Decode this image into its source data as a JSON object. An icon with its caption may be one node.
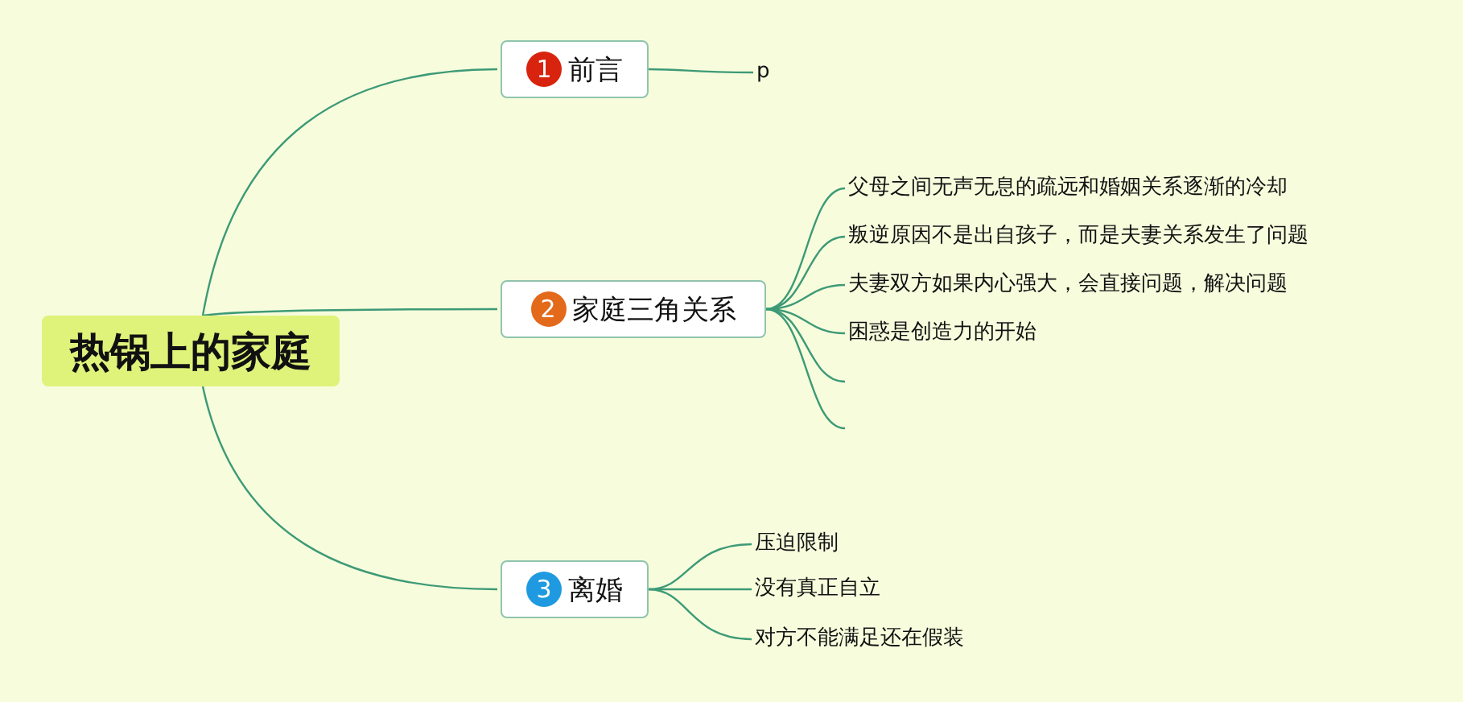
{
  "diagram": {
    "nodes": [
      {
        "text": [
          "热锅上的家庭"
        ]
      },
      {
        "text": [
          "1",
          "前言"
        ]
      },
      {
        "text": [
          "p"
        ]
      },
      {
        "text": [
          "2",
          "家庭三角关系"
        ]
      },
      {
        "text": [
          "父母之间无声无息的疏远和婚姻关系逐渐的冷却"
        ]
      },
      {
        "text": [
          "叛逆原因不是出自孩子，而是夫妻关系发生了问题"
        ]
      },
      {
        "text": [
          "夫妻双方如果内心强大，会直接问题，解决问题"
        ]
      },
      {
        "text": [
          "困惑是创造力的开始"
        ]
      },
      {
        "text": [
          "3",
          "离婚"
        ]
      },
      {
        "text": [
          "压迫限制"
        ]
      },
      {
        "text": [
          "没有真正自立"
        ]
      },
      {
        "text": [
          "对方不能满足还在假装"
        ]
      }
    ],
    "edges": [
      {
        "from": 0,
        "to": 1,
        "arrow": "none"
      },
      {
        "from": 1,
        "to": 2,
        "arrow": "none"
      },
      {
        "from": 0,
        "to": 3,
        "arrow": "none"
      },
      {
        "from": 3,
        "to": 4,
        "arrow": "none"
      },
      {
        "from": 3,
        "to": 5,
        "arrow": "none"
      },
      {
        "from": 3,
        "to": 6,
        "arrow": "none"
      },
      {
        "from": 3,
        "to": 7,
        "arrow": "none"
      },
      {
        "from": 3,
        "to": null,
        "arrow": "none"
      },
      {
        "from": 3,
        "to": null,
        "arrow": "none"
      },
      {
        "from": 0,
        "to": 8,
        "arrow": "none"
      },
      {
        "from": 8,
        "to": 9,
        "arrow": "none"
      },
      {
        "from": 8,
        "to": 10,
        "arrow": "none"
      },
      {
        "from": 8,
        "to": 11,
        "arrow": "none"
      }
    ]
  }
}
